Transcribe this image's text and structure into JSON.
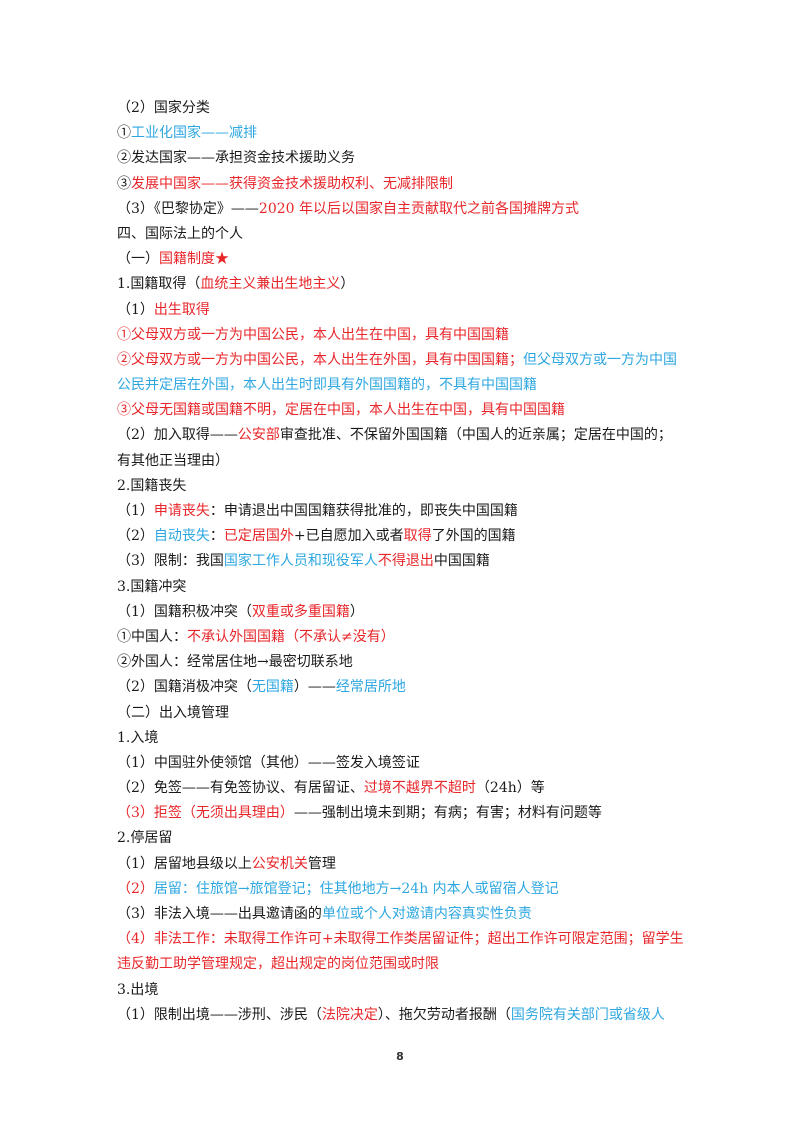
{
  "colors": {
    "text": "#1a1a1a",
    "red": "#e8262a",
    "blue": "#2ea7e0"
  },
  "lines": [
    [
      {
        "t": "（2）国家分类",
        "c": "k"
      }
    ],
    [
      {
        "t": "①",
        "c": "k"
      },
      {
        "t": "工业化国家——减排",
        "c": "b"
      }
    ],
    [
      {
        "t": "②发达国家——承担资金技术援助义务",
        "c": "k"
      }
    ],
    [
      {
        "t": "③",
        "c": "k"
      },
      {
        "t": "发展中国家——获得资金技术援助权利、无减排限制",
        "c": "r"
      }
    ],
    [
      {
        "t": "（3）《巴黎协定》——",
        "c": "k"
      },
      {
        "t": "2020 年以后以国家自主贡献取代之前各国摊牌方式",
        "c": "r"
      }
    ],
    [
      {
        "t": "四、国际法上的个人",
        "c": "k"
      }
    ],
    [
      {
        "t": "（一）",
        "c": "k"
      },
      {
        "t": "国籍制度★",
        "c": "r"
      }
    ],
    [
      {
        "t": "1.国籍取得（",
        "c": "k"
      },
      {
        "t": "血统主义兼出生地主义",
        "c": "r"
      },
      {
        "t": "）",
        "c": "k"
      }
    ],
    [
      {
        "t": "（1）",
        "c": "k"
      },
      {
        "t": "出生取得",
        "c": "r"
      }
    ],
    [
      {
        "t": "①父母双方或一方为中国公民，本人出生在中国，具有中国国籍",
        "c": "r"
      }
    ],
    [
      {
        "t": "②父母双方或一方为中国公民，本人出生在外国，具有中国国籍；",
        "c": "r"
      },
      {
        "t": "但父母双方或一方为中国",
        "c": "b"
      }
    ],
    [
      {
        "t": "公民并定居在外国，本人出生时即具有外国国籍的，不具有中国国籍",
        "c": "b"
      }
    ],
    [
      {
        "t": "③父母无国籍或国籍不明，定居在中国，本人出生在中国，具有中国国籍",
        "c": "r"
      }
    ],
    [
      {
        "t": "（2）加入取得——",
        "c": "k"
      },
      {
        "t": "公安部",
        "c": "r"
      },
      {
        "t": "审查批准、不保留外国国籍（中国人的近亲属；定居在中国的；",
        "c": "k"
      }
    ],
    [
      {
        "t": "有其他正当理由）",
        "c": "k"
      }
    ],
    [
      {
        "t": "2.国籍丧失",
        "c": "k"
      }
    ],
    [
      {
        "t": "（1）",
        "c": "k"
      },
      {
        "t": "申请丧失",
        "c": "r"
      },
      {
        "t": "：申请退出中国国籍获得批准的，即丧失中国国籍",
        "c": "k"
      }
    ],
    [
      {
        "t": "（2）",
        "c": "k"
      },
      {
        "t": "自动丧失",
        "c": "b"
      },
      {
        "t": "：",
        "c": "k"
      },
      {
        "t": "已定居国外",
        "c": "r"
      },
      {
        "t": "+已自愿加入或者",
        "c": "k"
      },
      {
        "t": "取得",
        "c": "r"
      },
      {
        "t": "了外国的国籍",
        "c": "k"
      }
    ],
    [
      {
        "t": "（3）限制：我国",
        "c": "k"
      },
      {
        "t": "国家工作人员和现役军人",
        "c": "b"
      },
      {
        "t": "不得退出",
        "c": "r"
      },
      {
        "t": "中国国籍",
        "c": "k"
      }
    ],
    [
      {
        "t": "3.国籍冲突",
        "c": "k"
      }
    ],
    [
      {
        "t": "（1）国籍积极冲突（",
        "c": "k"
      },
      {
        "t": "双重或多重国籍",
        "c": "r"
      },
      {
        "t": "）",
        "c": "k"
      }
    ],
    [
      {
        "t": "①中国人：",
        "c": "k"
      },
      {
        "t": "不承认外国国籍（不承认≠没有）",
        "c": "r"
      }
    ],
    [
      {
        "t": "②外国人：经常居住地→最密切联系地",
        "c": "k"
      }
    ],
    [
      {
        "t": "（2）国籍消极冲突（",
        "c": "k"
      },
      {
        "t": "无国籍",
        "c": "b"
      },
      {
        "t": "）——",
        "c": "k"
      },
      {
        "t": "经常居所地",
        "c": "b"
      }
    ],
    [
      {
        "t": "（二）出入境管理",
        "c": "k"
      }
    ],
    [
      {
        "t": "1.入境",
        "c": "k"
      }
    ],
    [
      {
        "t": "（1）中国驻外使领馆（其他）——签发入境签证",
        "c": "k"
      }
    ],
    [
      {
        "t": "（2）免签——有免签协议、有居留证、",
        "c": "k"
      },
      {
        "t": "过境不越界不超时",
        "c": "r"
      },
      {
        "t": "（24h）等",
        "c": "k"
      }
    ],
    [
      {
        "t": "（3）",
        "c": "r"
      },
      {
        "t": "拒签（无须出具理由）",
        "c": "r"
      },
      {
        "t": "——强制出境未到期；有病；有害；材料有问题等",
        "c": "k"
      }
    ],
    [
      {
        "t": "2.停居留",
        "c": "k"
      }
    ],
    [
      {
        "t": "（1）居留地县级以上",
        "c": "k"
      },
      {
        "t": "公安机关",
        "c": "r"
      },
      {
        "t": "管理",
        "c": "k"
      }
    ],
    [
      {
        "t": "（2）",
        "c": "r"
      },
      {
        "t": "居留：住旅馆→旅馆登记；住其他地方→24h 内本人或留宿人登记",
        "c": "b"
      }
    ],
    [
      {
        "t": "（3）非法入境——出具邀请函的",
        "c": "k"
      },
      {
        "t": "单位或个人对邀请内容真实性负责",
        "c": "b"
      }
    ],
    [
      {
        "t": "（4）",
        "c": "r"
      },
      {
        "t": "非法工作：未取得工作许可+未取得工作类居留证件；超出工作许可限定范围；留学生",
        "c": "r"
      }
    ],
    [
      {
        "t": "违反勤工助学管理规定，超出规定的岗位范围或时限",
        "c": "r"
      }
    ],
    [
      {
        "t": "3.出境",
        "c": "k"
      }
    ],
    [
      {
        "t": "（1）限制出境——涉刑、涉民（",
        "c": "k"
      },
      {
        "t": "法院决定",
        "c": "r"
      },
      {
        "t": "）、拖欠劳动者报酬（",
        "c": "k"
      },
      {
        "t": "国务院有关部门或省级人",
        "c": "b"
      }
    ]
  ],
  "page_number": "8"
}
